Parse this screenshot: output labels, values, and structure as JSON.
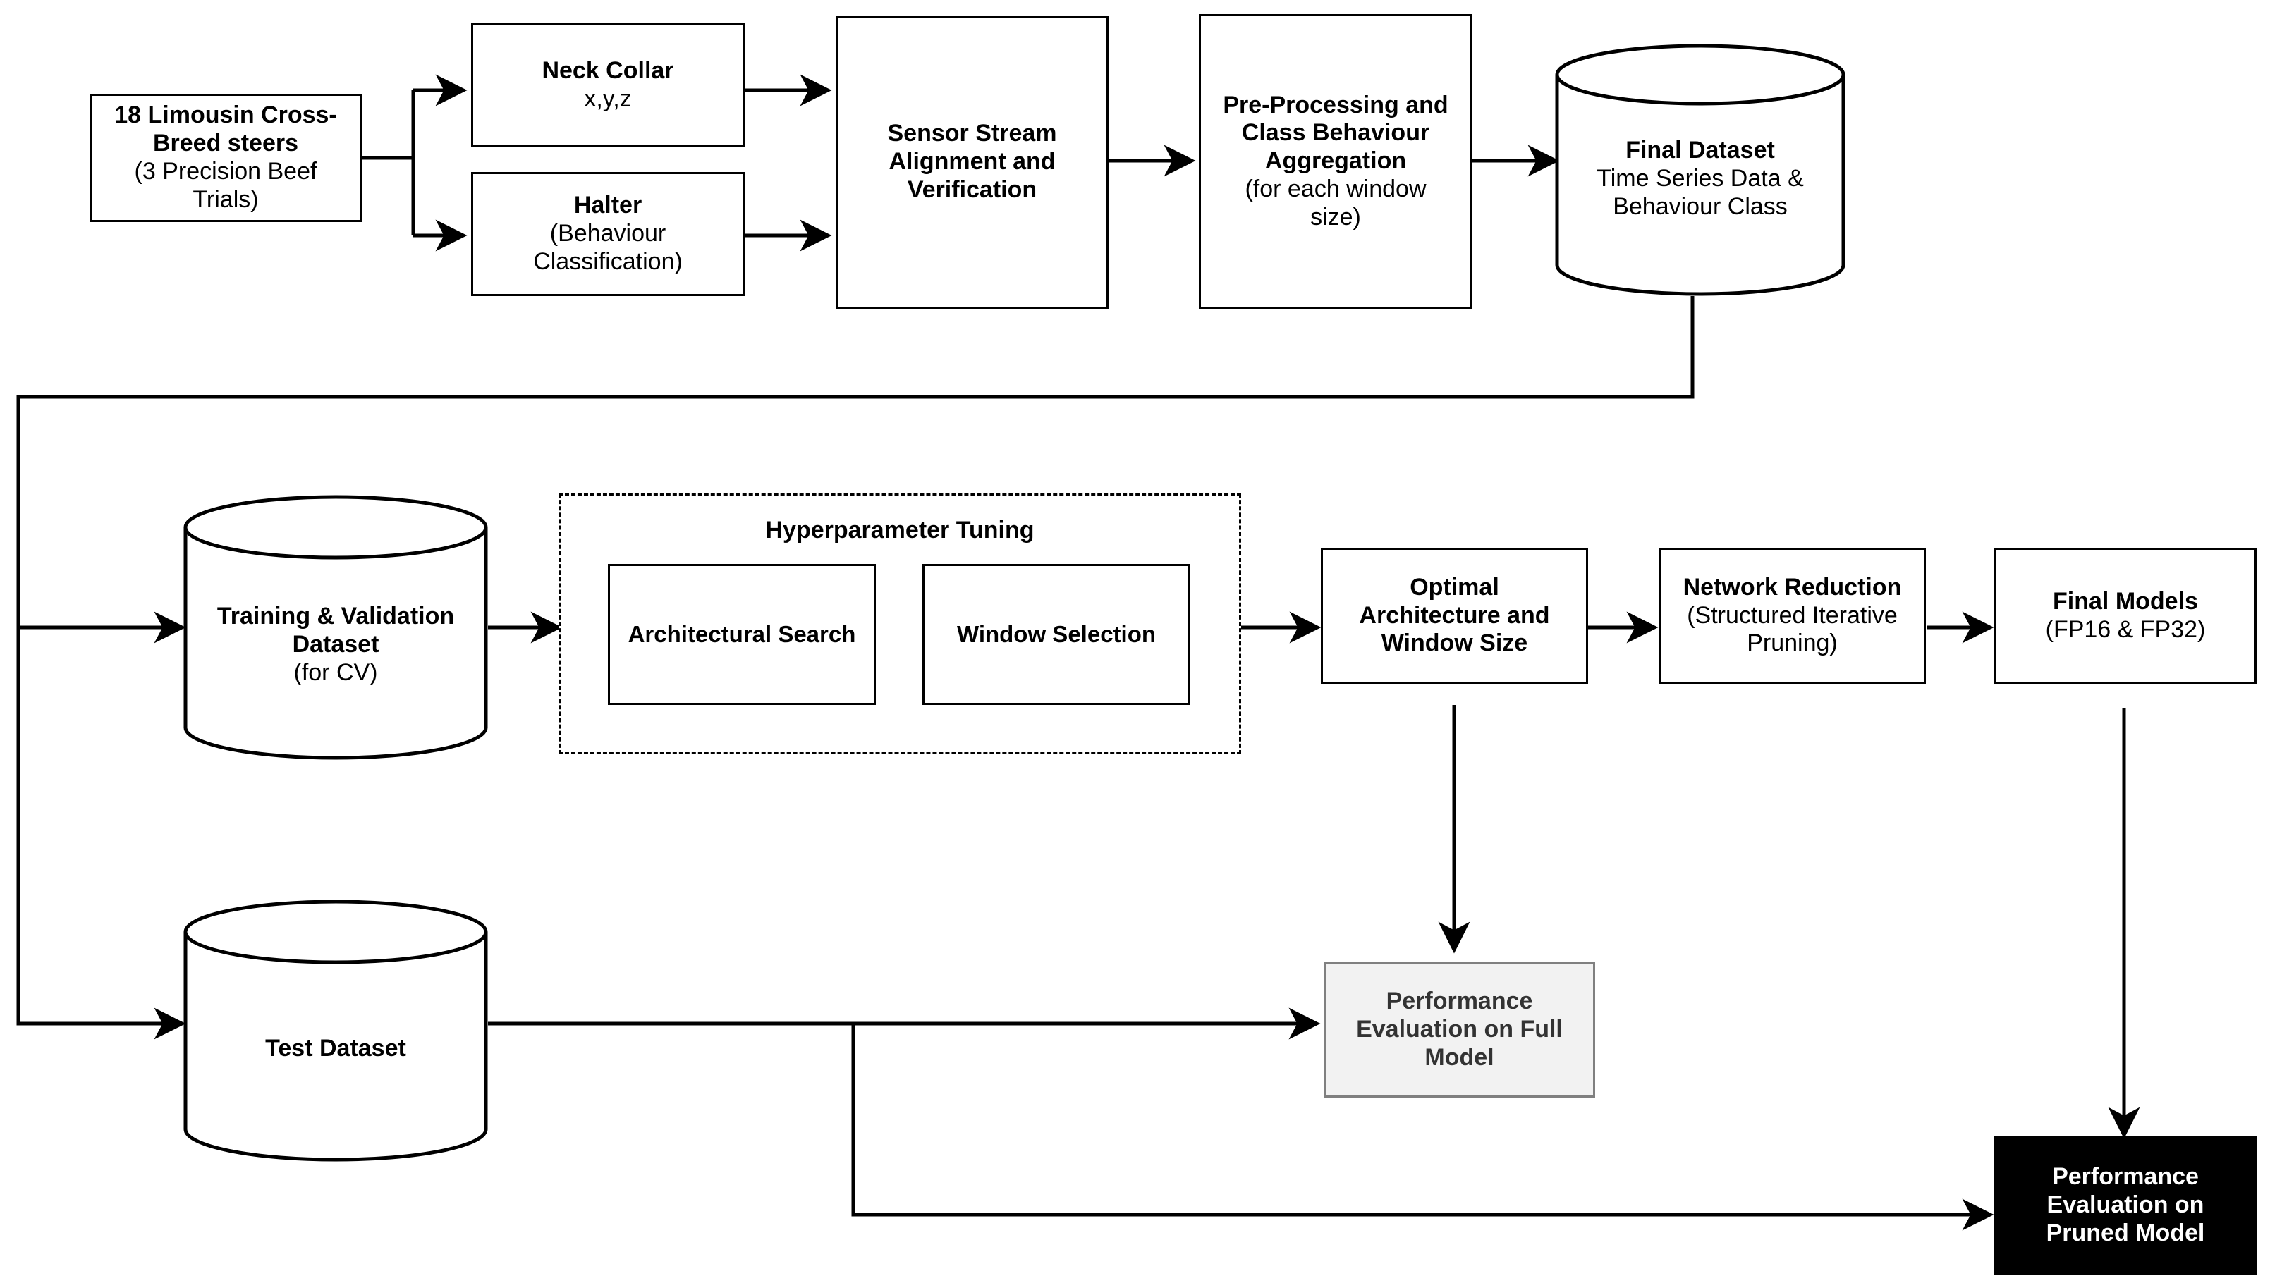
{
  "diagram": {
    "title": "Cattle behaviour classification model pipeline flowchart",
    "colors": {
      "stroke": "#000000",
      "background": "#ffffff",
      "gray_fill": "#f2f2f2",
      "gray_border": "#808080",
      "gray_text": "#333333",
      "black_fill": "#000000",
      "black_text": "#ffffff"
    }
  },
  "nodes": {
    "steers": {
      "line1": "18 Limousin Cross-",
      "line2": "Breed steers",
      "line3": "(3 Precision Beef",
      "line4": "Trials)"
    },
    "neck_collar": {
      "line1": "Neck Collar",
      "line2": "x,y,z"
    },
    "halter": {
      "line1": "Halter",
      "line2": "(Behaviour",
      "line3": "Classification)"
    },
    "sensor_stream": {
      "line1": "Sensor Stream",
      "line2": "Alignment and",
      "line3": "Verification"
    },
    "preprocessing": {
      "line1": "Pre-Processing and",
      "line2": "Class Behaviour",
      "line3": "Aggregation",
      "line4": "(for each window",
      "line5": "size)"
    },
    "final_dataset": {
      "line1": "Final Dataset",
      "line2": "Time Series Data &",
      "line3": "Behaviour Class"
    },
    "training_validation": {
      "line1": "Training & Validation",
      "line2": "Dataset",
      "line3": "(for CV)"
    },
    "hyperparameter_tuning": {
      "title": "Hyperparameter Tuning",
      "architectural_search": "Architectural Search",
      "window_selection": "Window Selection"
    },
    "optimal_architecture": {
      "line1": "Optimal",
      "line2": "Architecture and",
      "line3": "Window Size"
    },
    "network_reduction": {
      "line1": "Network Reduction",
      "line2": "(Structured Iterative",
      "line3": "Pruning)"
    },
    "final_models": {
      "line1": "Final Models",
      "line2": "(FP16 & FP32)"
    },
    "test_dataset": {
      "line1": "Test Dataset"
    },
    "eval_full": {
      "line1": "Performance",
      "line2": "Evaluation on Full",
      "line3": "Model"
    },
    "eval_pruned": {
      "line1": "Performance",
      "line2": "Evaluation on",
      "line3": "Pruned Model"
    }
  }
}
